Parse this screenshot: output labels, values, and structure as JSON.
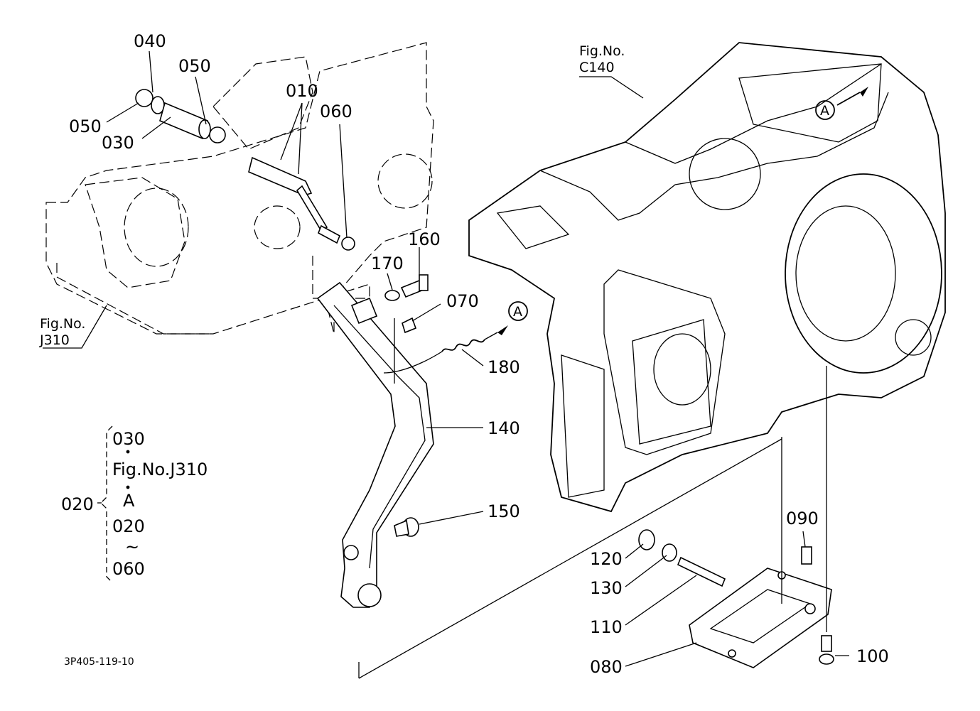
{
  "fig_refs": {
    "upper_line1": "Fig.No.",
    "upper_line2": "C140",
    "left_line1": "Fig.No.",
    "left_line2": "J310"
  },
  "callouts": {
    "p010": "010",
    "p030": "030",
    "p040": "040",
    "p050a": "050",
    "p050b": "050",
    "p060": "060",
    "p070": "070",
    "p080": "080",
    "p090": "090",
    "p100": "100",
    "p110": "110",
    "p120": "120",
    "p130": "130",
    "p140": "140",
    "p150": "150",
    "p160": "160",
    "p170": "170",
    "p180": "180"
  },
  "ref_markers": {
    "marker_a1": "A",
    "marker_a2": "A"
  },
  "assembly_legend": {
    "group_label": "020",
    "line1": "030",
    "line2": "Fig.No.J310",
    "line3": "A",
    "line4": "020",
    "line5": "~",
    "line6": "060"
  },
  "drawing_code": "3P405-119-10"
}
